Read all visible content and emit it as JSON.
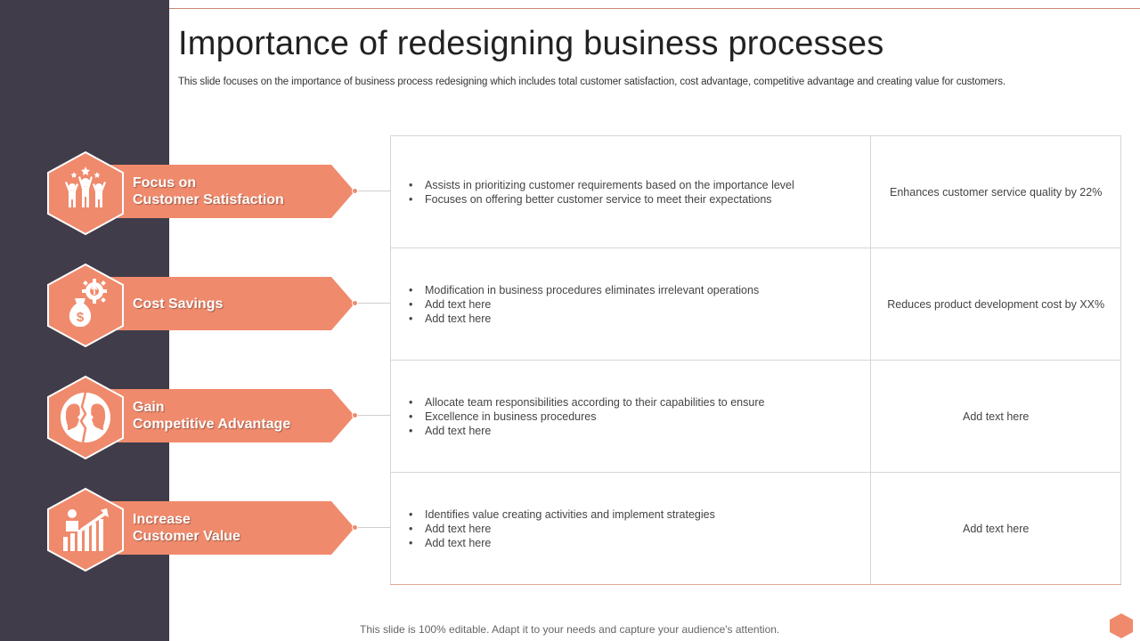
{
  "slide": {
    "title": "Importance of redesigning business processes",
    "subtitle": "This slide focuses on the importance of business process redesigning which includes total customer satisfaction, cost advantage, competitive advantage and creating value for customers.",
    "footer": "This slide is 100% editable. Adapt it to your needs and capture your audience's attention."
  },
  "colors": {
    "accent": "#f08a6c",
    "sidebar": "#403c4a",
    "text": "#444444"
  },
  "items": [
    {
      "label": "Focus on\nCustomer Satisfaction",
      "icon": "team-celebration-icon",
      "bullets": [
        "Assists in prioritizing customer requirements  based on the importance level",
        "Focuses on offering  better customer service  to meet their expectations"
      ],
      "outcome": "Enhances customer service  quality by 22%"
    },
    {
      "label": "Cost Savings",
      "icon": "money-bag-gear-icon",
      "bullets": [
        "Modification in business procedures  eliminates irrelevant  operations",
        "Add text here",
        "Add text here"
      ],
      "outcome": "Reduces product development  cost by XX%"
    },
    {
      "label": "Gain\nCompetitive Advantage",
      "icon": "competing-heads-icon",
      "bullets": [
        "Allocate team responsibilities according to their capabilities to ensure",
        "Excellence in business procedures",
        "Add text here"
      ],
      "outcome": "Add text here"
    },
    {
      "label": "Increase\nCustomer Value",
      "icon": "growth-chart-person-icon",
      "bullets": [
        "Identifies value  creating activities and implement strategies",
        "Add text here",
        "Add text here"
      ],
      "outcome": "Add text here"
    }
  ]
}
